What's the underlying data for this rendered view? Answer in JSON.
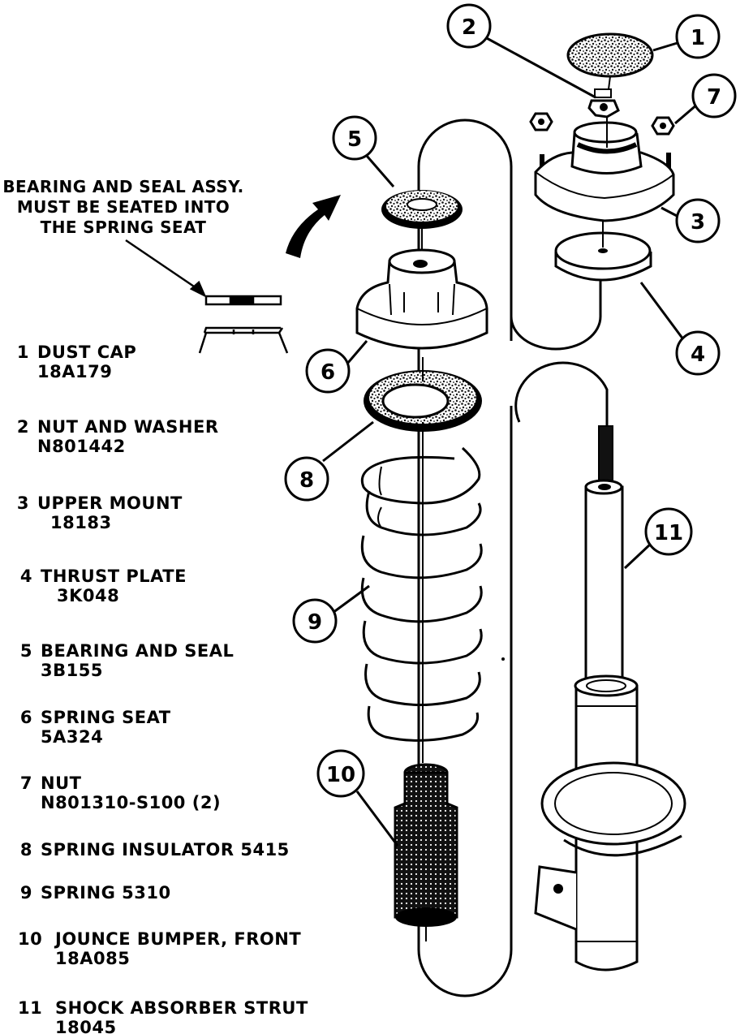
{
  "note": {
    "line1": "BEARING AND SEAL ASSY.",
    "line2": "MUST BE SEATED INTO",
    "line3": "THE SPRING SEAT"
  },
  "callouts": [
    "1",
    "2",
    "3",
    "4",
    "5",
    "6",
    "7",
    "8",
    "9",
    "10",
    "11"
  ],
  "legend": [
    {
      "num": "1",
      "name": "DUST CAP",
      "part": "18A179"
    },
    {
      "num": "2",
      "name": "NUT AND WASHER",
      "part": "N801442"
    },
    {
      "num": "3",
      "name": "UPPER MOUNT",
      "part": "18183"
    },
    {
      "num": "4",
      "name": "THRUST PLATE",
      "part": "3K048"
    },
    {
      "num": "5",
      "name": "BEARING AND SEAL",
      "part": "3B155"
    },
    {
      "num": "6",
      "name": "SPRING SEAT",
      "part": "5A324"
    },
    {
      "num": "7",
      "name": "NUT",
      "part": "N801310-S100 (2)"
    },
    {
      "num": "8",
      "name": "SPRING INSULATOR 5415",
      "part": ""
    },
    {
      "num": "9",
      "name": "SPRING 5310",
      "part": ""
    },
    {
      "num": "10",
      "name": "JOUNCE BUMPER, FRONT",
      "part": "18A085"
    },
    {
      "num": "11",
      "name": "SHOCK ABSORBER STRUT",
      "part": "18045"
    }
  ]
}
